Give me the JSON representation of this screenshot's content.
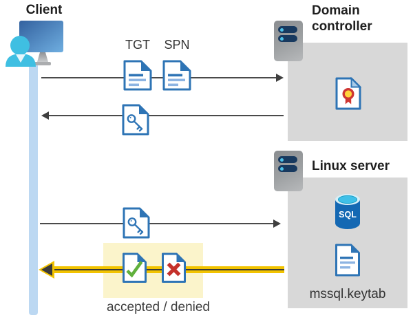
{
  "client": {
    "label": "Client"
  },
  "domain_controller": {
    "title": "Domain controller"
  },
  "linux_server": {
    "title": "Linux server",
    "sql_badge": "SQL",
    "keytab_filename": "mssql.keytab"
  },
  "tickets": {
    "tgt_label": "TGT",
    "spn_label": "SPN"
  },
  "result": {
    "label": "accepted / denied"
  },
  "icons": {
    "client": "person-at-monitor-icon",
    "domain_controller": "server-tower-icon",
    "linux_server": "server-tower-icon",
    "ticket_request": "document-icon",
    "service_ticket": "key-document-icon",
    "certificate": "certificate-document-icon",
    "database": "sql-database-icon",
    "keytab": "text-document-icon",
    "accepted": "check-document-icon",
    "denied": "cross-document-icon"
  },
  "colors": {
    "doc_border_blue": "#2e74b5",
    "doc_line_light_blue": "#8db4e2",
    "arrow_gray": "#4a4a4a",
    "highlight_box_yellow": "#fbf4cb",
    "highlight_arrow_yellow": "#f2c300",
    "accepted_green": "#60b03c",
    "denied_red": "#c5312b",
    "server_box_gray": "#d8d8d8",
    "lifeline_blue": "#bcd8f2",
    "sql_cylinder_blue": "#1468b3"
  }
}
